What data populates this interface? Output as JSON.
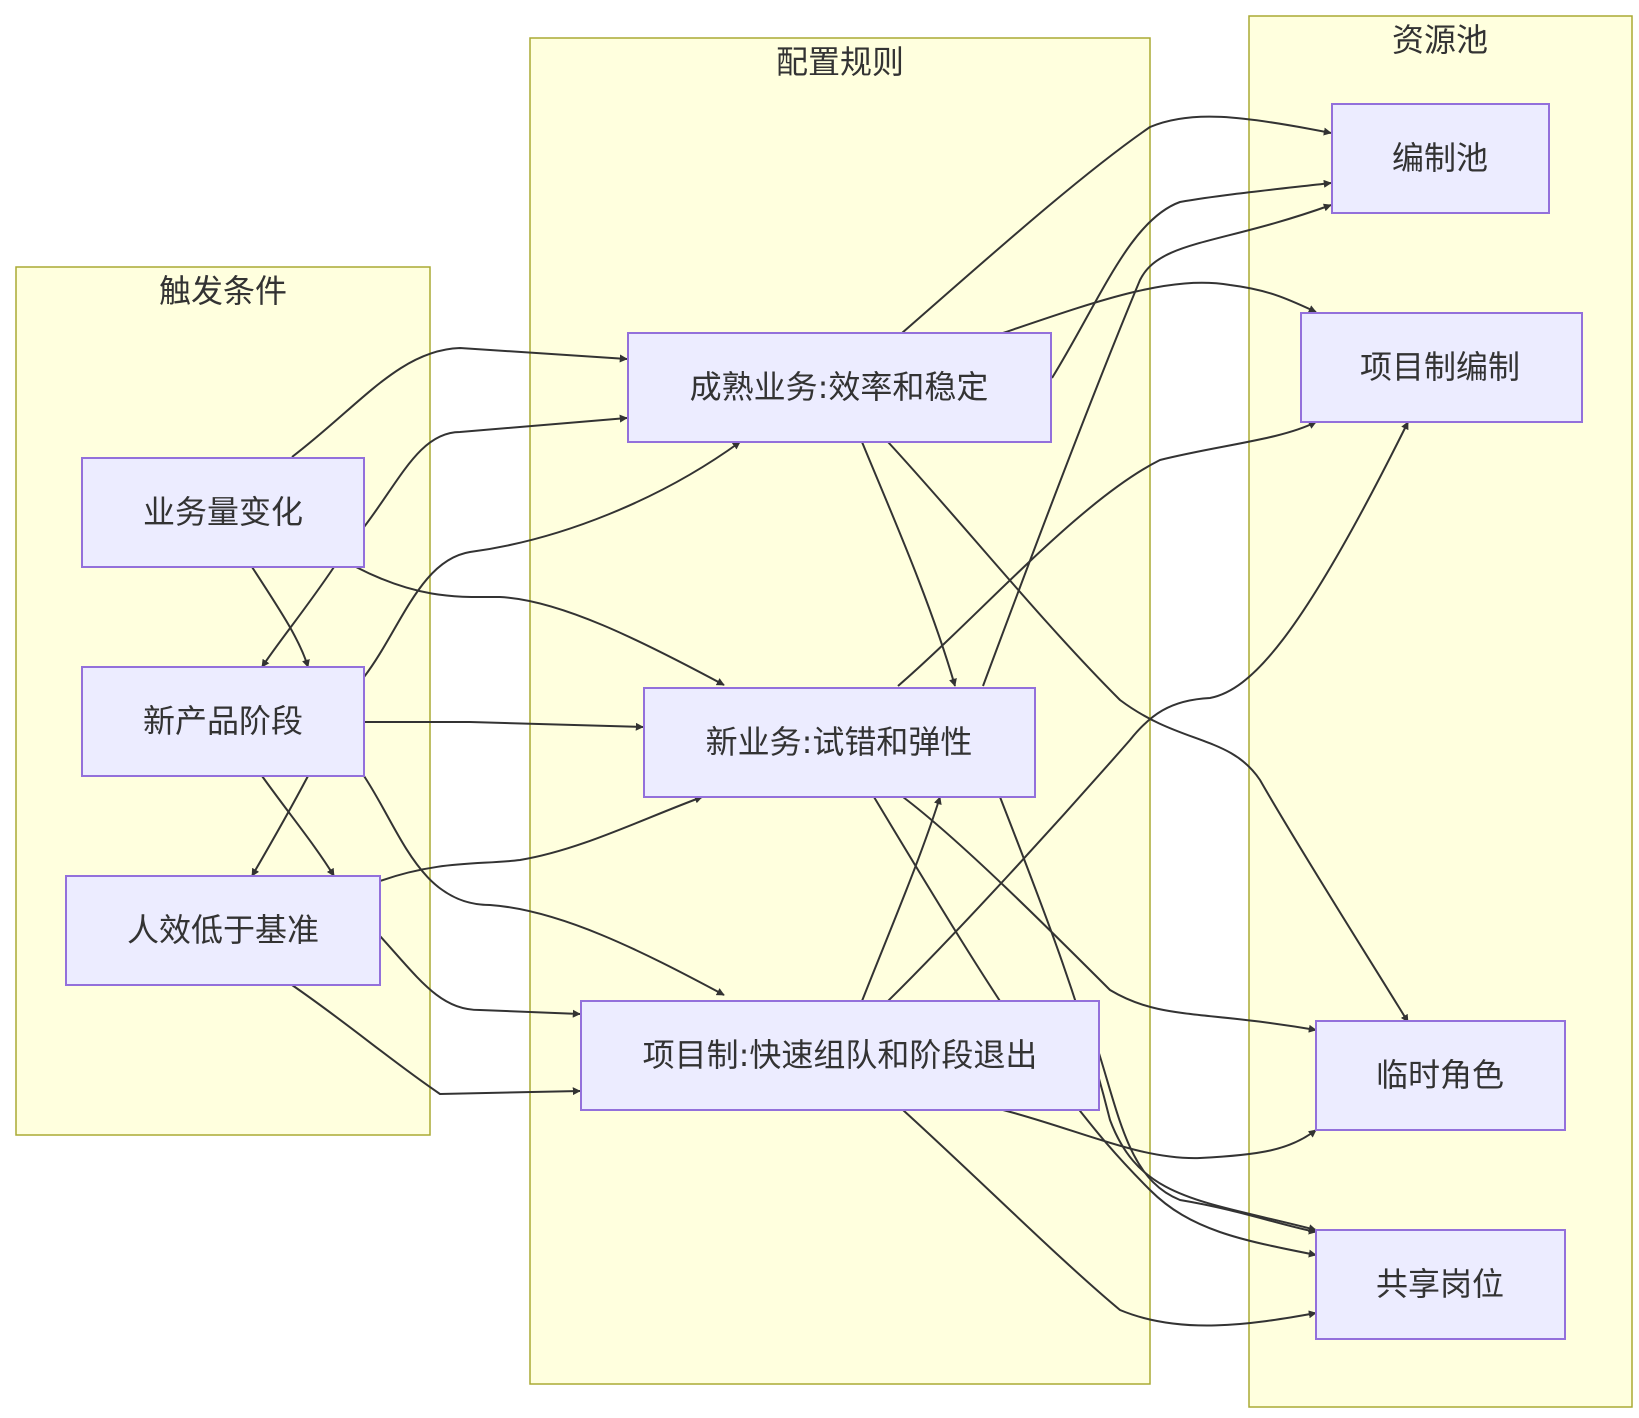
{
  "clusters": {
    "triggers": {
      "title": "触发条件"
    },
    "rules": {
      "title": "配置规则"
    },
    "pools": {
      "title": "资源池"
    }
  },
  "nodes": {
    "volume": "业务量变化",
    "newproduct": "新产品阶段",
    "efficiency": "人效低于基准",
    "mature": "成熟业务:效率和稳定",
    "newbiz": "新业务:试错和弹性",
    "project": "项目制:快速组队和阶段退出",
    "headcount": "编制池",
    "projheadcount": "项目制编制",
    "temp": "临时角色",
    "shared": "共享岗位"
  },
  "edges": [
    {
      "from": "volume",
      "to": "mature"
    },
    {
      "from": "volume",
      "to": "newbiz"
    },
    {
      "from": "volume",
      "to": "project"
    },
    {
      "from": "newproduct",
      "to": "mature"
    },
    {
      "from": "newproduct",
      "to": "newbiz"
    },
    {
      "from": "newproduct",
      "to": "project"
    },
    {
      "from": "efficiency",
      "to": "mature"
    },
    {
      "from": "efficiency",
      "to": "newbiz"
    },
    {
      "from": "efficiency",
      "to": "project"
    },
    {
      "from": "mature",
      "to": "headcount"
    },
    {
      "from": "mature",
      "to": "projheadcount"
    },
    {
      "from": "mature",
      "to": "temp"
    },
    {
      "from": "mature",
      "to": "shared"
    },
    {
      "from": "newbiz",
      "to": "headcount"
    },
    {
      "from": "newbiz",
      "to": "projheadcount"
    },
    {
      "from": "newbiz",
      "to": "temp"
    },
    {
      "from": "newbiz",
      "to": "shared"
    },
    {
      "from": "project",
      "to": "headcount"
    },
    {
      "from": "project",
      "to": "projheadcount"
    },
    {
      "from": "project",
      "to": "temp"
    },
    {
      "from": "project",
      "to": "shared"
    }
  ],
  "colors": {
    "cluster_fill": "#ffffde",
    "cluster_stroke": "#aaaa33",
    "node_fill": "#ececff",
    "node_stroke": "#9370db",
    "edge": "#333333",
    "text": "#333333"
  }
}
